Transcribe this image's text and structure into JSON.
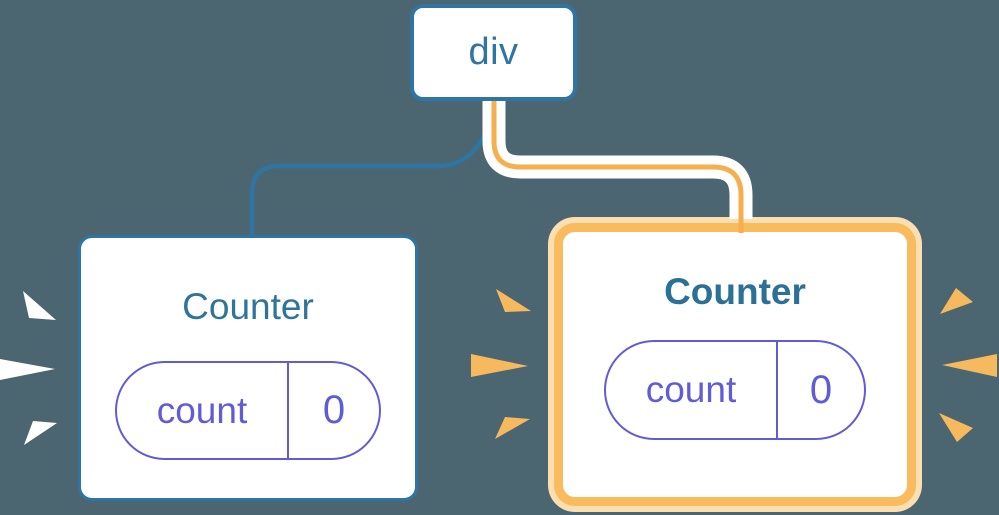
{
  "colors": {
    "background": "#4b6671",
    "blue": "#2e75a4",
    "title_blue": "#2f7499",
    "title_blue_bold": "#2b7096",
    "indigo": "#605cd8",
    "orange_line": "#f6ae4e",
    "orange_border": "#f8bb5d",
    "orange_halo": "#fbdfb0",
    "orange_ray": "#f6b95d",
    "white": "#ffffff"
  },
  "tree": {
    "root": {
      "label": "div"
    },
    "children": [
      {
        "title": "Counter",
        "state_key": "count",
        "state_value": "0",
        "highlighted": false
      },
      {
        "title": "Counter",
        "state_key": "count",
        "state_value": "0",
        "highlighted": true
      }
    ]
  }
}
